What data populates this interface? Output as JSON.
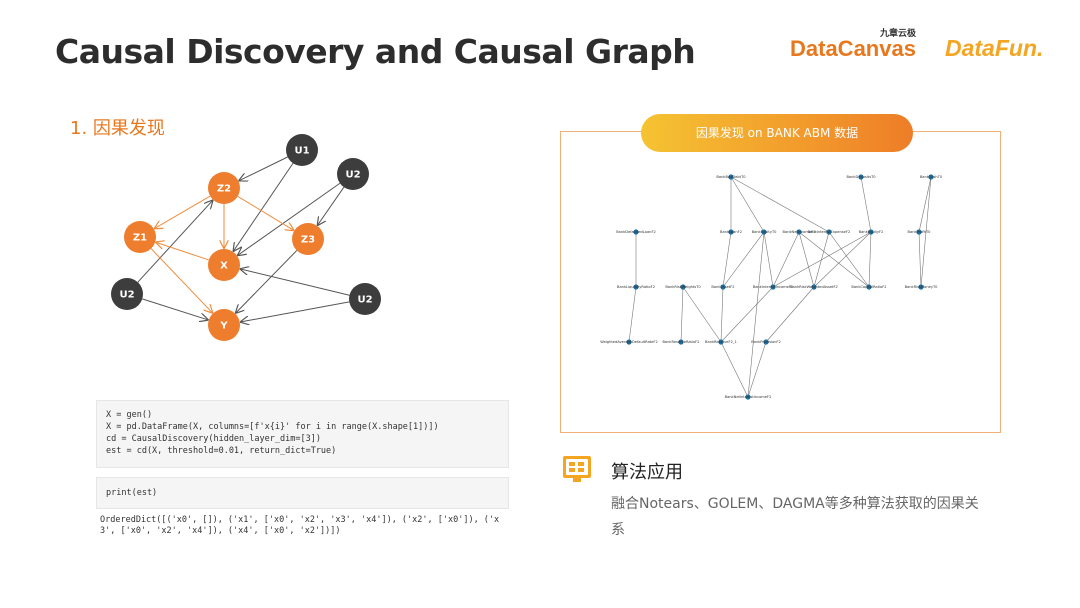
{
  "header": {
    "title": "Causal Discovery and Causal Graph",
    "logo_datacanvas": "DataCanvas",
    "logo_datacanvas_cn": "九章云极",
    "logo_datafun": "DataFun."
  },
  "section": {
    "heading": "1. 因果发现"
  },
  "causal_graph": {
    "nodes": [
      {
        "id": "U1",
        "label": "U1",
        "kind": "latent"
      },
      {
        "id": "U2a",
        "label": "U2",
        "kind": "latent"
      },
      {
        "id": "U2b",
        "label": "U2",
        "kind": "latent"
      },
      {
        "id": "U2c",
        "label": "U2",
        "kind": "latent"
      },
      {
        "id": "Z2",
        "label": "Z2",
        "kind": "observed"
      },
      {
        "id": "Z1",
        "label": "Z1",
        "kind": "observed"
      },
      {
        "id": "Z3",
        "label": "Z3",
        "kind": "observed"
      },
      {
        "id": "X",
        "label": "X",
        "kind": "observed"
      },
      {
        "id": "Y",
        "label": "Y",
        "kind": "observed"
      }
    ],
    "colors": {
      "observed": "#ee7d2d",
      "latent": "#3d3d3d",
      "observed_edge": "#f08c3c",
      "latent_edge": "#555555"
    }
  },
  "code": {
    "cell1": [
      "X = gen()",
      "X = pd.DataFrame(X, columns=[f'x{i}' for i in range(X.shape[1])])",
      "cd = CausalDiscovery(hidden_layer_dim=[3])",
      "est = cd(X, threshold=0.01, return_dict=True)"
    ],
    "cell2": "print(est)",
    "output": "OrderedDict([('x0', []), ('x1', ['x0', 'x2', 'x3', 'x4']), ('x2', ['x0']), ('x3', ['x0', 'x2', 'x4']), ('x4', ['x0', 'x2'])])"
  },
  "bank_panel": {
    "banner": "因果发现 on BANK ABM 数据",
    "nodes": [
      {
        "id": "n1",
        "label": "BankBadDebtT0"
      },
      {
        "id": "n2",
        "label": "BankDepositsT0"
      },
      {
        "id": "n3",
        "label": "BankCashT0"
      },
      {
        "id": "n4",
        "label": "BankDefaultedLoanF2"
      },
      {
        "id": "n5",
        "label": "BankLoanF2"
      },
      {
        "id": "n6",
        "label": "BankEquityT0"
      },
      {
        "id": "n7",
        "label": "BankNetIncomeF2"
      },
      {
        "id": "n8",
        "label": "BankInterestExpenseF2"
      },
      {
        "id": "n9",
        "label": "BankEquityF2"
      },
      {
        "id": "n10",
        "label": "BankProfitT0"
      },
      {
        "id": "n11",
        "label": "BankLiquidityRatioF2"
      },
      {
        "id": "n12",
        "label": "BankRiskWeightsT0"
      },
      {
        "id": "n13",
        "label": "BankAssetF2"
      },
      {
        "id": "n14",
        "label": "BankInterestIncomeF2"
      },
      {
        "id": "n15",
        "label": "BankRiskWeightedAssetF2"
      },
      {
        "id": "n16",
        "label": "BankCapitalRatioF2"
      },
      {
        "id": "n17",
        "label": "BankRiskMoneyT0"
      },
      {
        "id": "n18",
        "label": "WeightedAverageDefaultRateF2"
      },
      {
        "id": "n19",
        "label": "BankReserveRatioF2"
      },
      {
        "id": "n20",
        "label": "BankReserveF2_1"
      },
      {
        "id": "n21",
        "label": "BankProvisionF2"
      },
      {
        "id": "n22",
        "label": "BankNetInterestIncomeF2"
      }
    ],
    "colors": {
      "node": "#1f6f9f",
      "edge": "#777777",
      "border": "#f0b07a"
    }
  },
  "application": {
    "title": "算法应用",
    "description": "融合Notears、GOLEM、DAGMA等多种算法获取的因果关系",
    "icon": "app-grid-icon"
  }
}
